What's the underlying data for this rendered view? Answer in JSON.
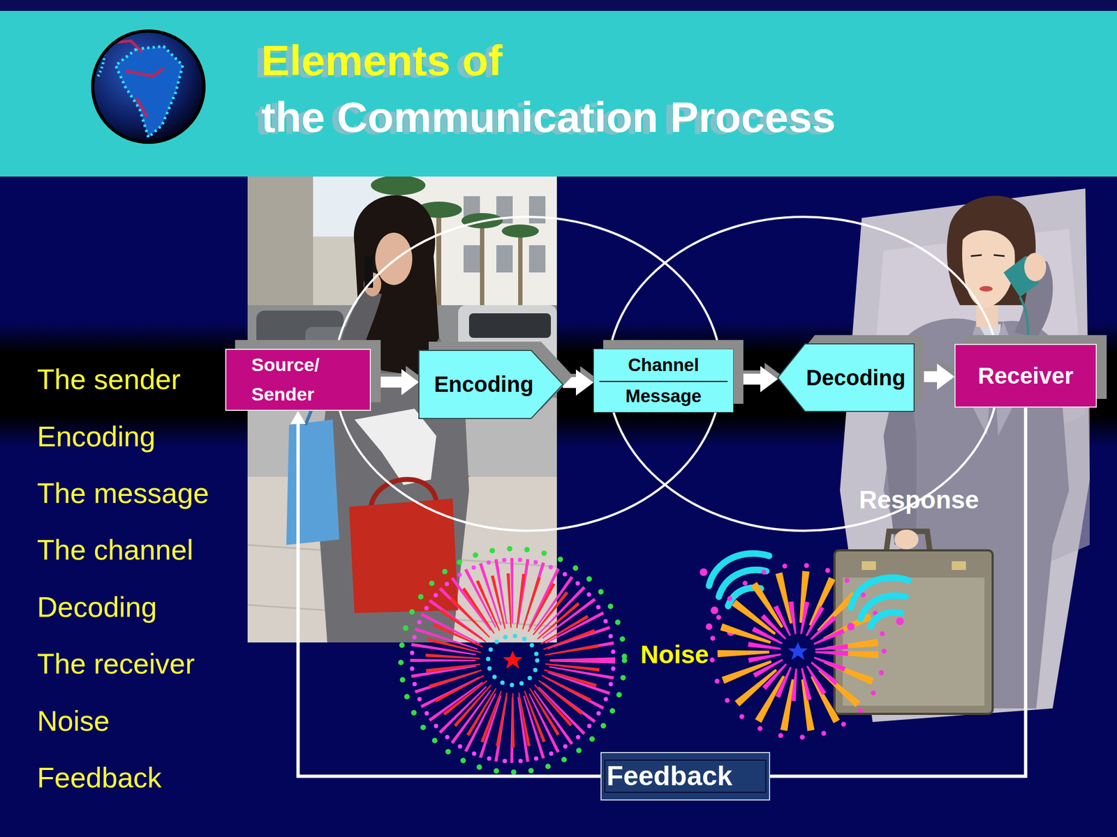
{
  "diagram": {
    "title": "Elements of the Communication Process",
    "nodes": [
      {
        "text": [
          "Source/ Sender"
        ]
      },
      {
        "text": [
          "Encoding"
        ]
      },
      {
        "text": [
          "Channel",
          "Message"
        ]
      },
      {
        "text": [
          "Decoding"
        ]
      },
      {
        "text": [
          "Receiver"
        ]
      },
      {
        "text": [
          "Feedback"
        ]
      }
    ],
    "edges": [
      {
        "from": 0,
        "to": 1,
        "arrow": "to"
      },
      {
        "from": 1,
        "to": 2,
        "arrow": "to"
      },
      {
        "from": 2,
        "to": 3,
        "arrow": "to"
      },
      {
        "from": 3,
        "to": 4,
        "arrow": "to"
      },
      {
        "from": 4,
        "to": 5,
        "arrow": "none"
      },
      {
        "from": 5,
        "to": 0,
        "arrow": "to"
      }
    ],
    "labels": [
      "The sender",
      "Encoding",
      "The message",
      "The channel",
      "Decoding",
      "The receiver",
      "Noise",
      "Feedback",
      "Response",
      "Noise"
    ]
  }
}
